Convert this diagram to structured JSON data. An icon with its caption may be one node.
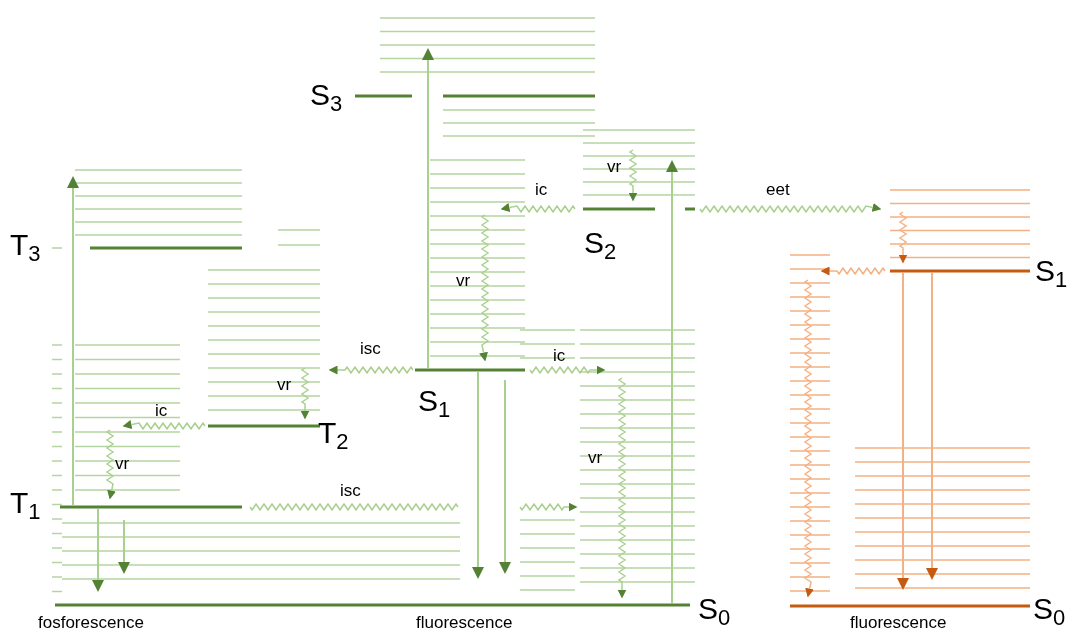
{
  "diagram": {
    "labels": [
      "S$_{3}$",
      "vr",
      "ic",
      "eet",
      "T$_{3}$",
      "S$_{2}$",
      "S$_{1}$",
      "vr",
      "isc",
      "ic",
      "vr",
      "ic",
      "S$_{1}$",
      "T$_{2}$",
      "vr",
      "T$_{1}$",
      "isc",
      "vr",
      "S$_{0}$",
      "fosforescence",
      "fluorescence",
      "S$_{0}$",
      "fluorescence"
    ]
  }
}
